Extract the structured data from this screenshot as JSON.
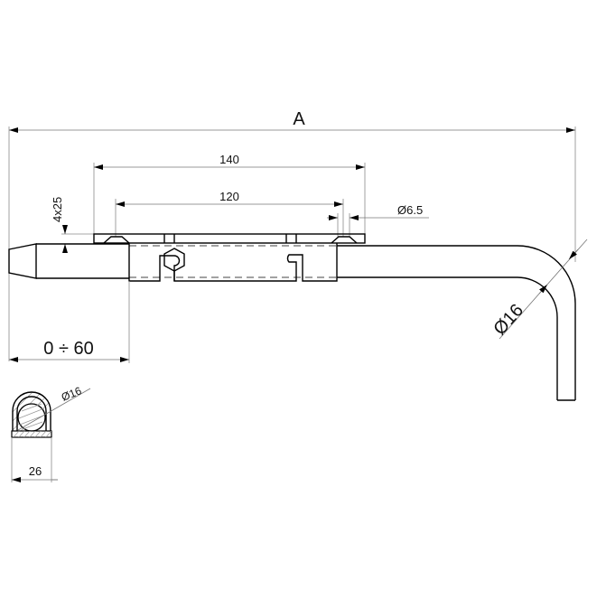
{
  "drawing": {
    "title": "Bent bolt (barrel bolt) technical drawing",
    "dimensions": {
      "overall_length": "A",
      "plate_length": "140",
      "hole_spacing": "120",
      "hole_diameter": "Ø6.5",
      "plate_thickness_note": "4x25",
      "bolt_travel": "0 ÷ 60",
      "rod_diameter": "Ø16",
      "section_rod_diameter": "Ø16",
      "section_width": "26"
    },
    "colors": {
      "outline": "#000000",
      "dimension_line": "#777777",
      "background": "#ffffff"
    }
  }
}
